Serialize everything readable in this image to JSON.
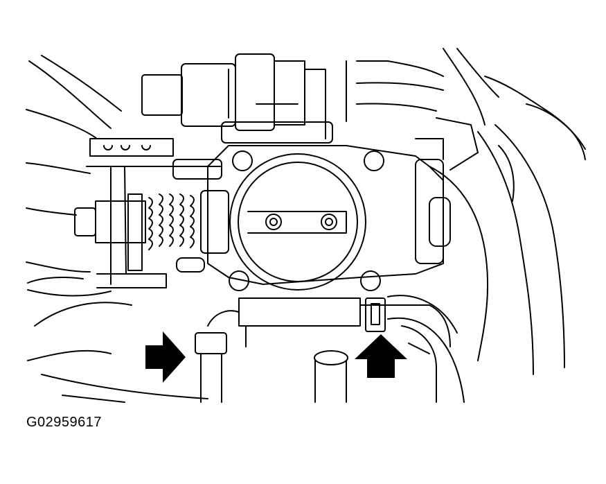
{
  "figure": {
    "caption": "G02959617",
    "arrows": [
      {
        "name": "left-arrow",
        "direction": "right"
      },
      {
        "name": "right-arrow",
        "direction": "up"
      }
    ],
    "line_color": "#000000",
    "background": "#ffffff"
  }
}
